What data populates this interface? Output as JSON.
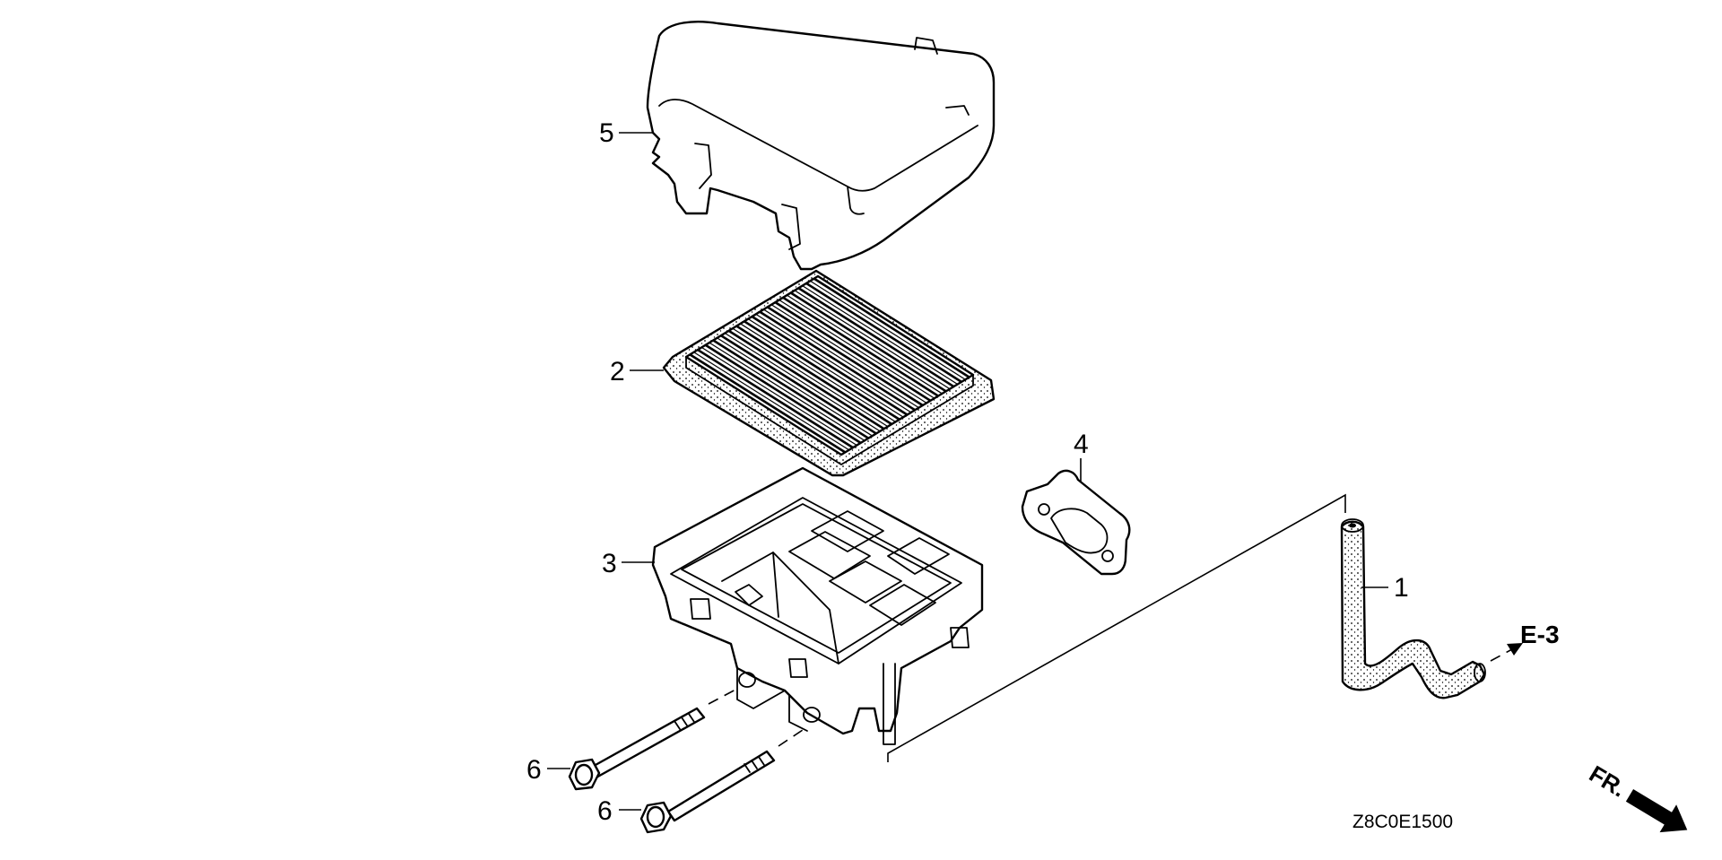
{
  "diagram": {
    "callouts": {
      "c1": "1",
      "c2": "2",
      "c3": "3",
      "c4": "4",
      "c5": "5",
      "c6a": "6",
      "c6b": "6"
    },
    "reference": "E-3",
    "front_marker": "FR.",
    "drawing_code": "Z8C0E1500"
  }
}
